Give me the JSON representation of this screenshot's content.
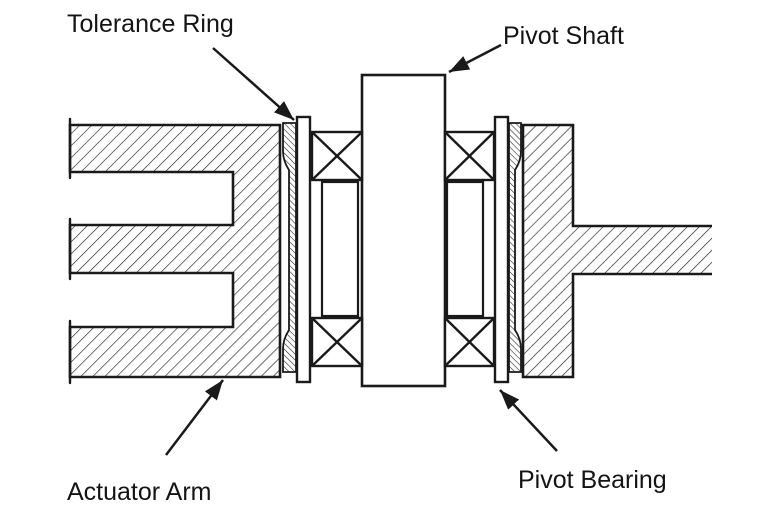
{
  "figure": {
    "type": "engineering-cross-section-diagram",
    "background_color": "#ffffff",
    "line_color": "#1a1a1a",
    "labels": {
      "tolerance_ring": "Tolerance Ring",
      "pivot_shaft": "Pivot Shaft",
      "actuator_arm": "Actuator Arm",
      "pivot_bearing": "Pivot Bearing"
    }
  }
}
